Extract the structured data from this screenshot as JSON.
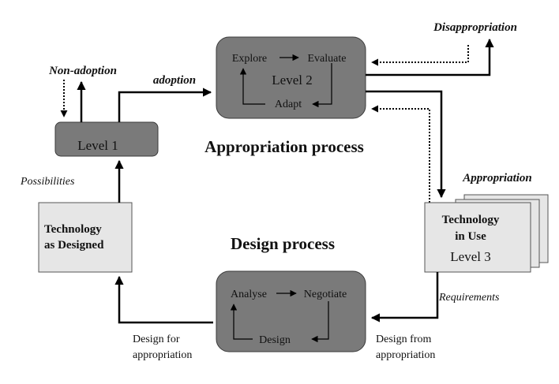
{
  "colors": {
    "process_box_fill": "#7a7a7a",
    "process_box_stroke": "#3a3a3a",
    "artifact_box_fill": "#e6e6e6",
    "artifact_box_stroke": "#555555",
    "line": "#000000"
  },
  "appropriation": {
    "title": "Appropriation process",
    "level1": {
      "label": "Level 1"
    },
    "level2": {
      "label": "Level 2",
      "cycle": [
        "Explore",
        "Evaluate",
        "Adapt"
      ]
    },
    "edges": {
      "non_adoption": "Non-adoption",
      "adoption": "adoption",
      "disappropriation": "Disappropriation",
      "appropriation": "Appropriation",
      "possibilities": "Possibilities"
    }
  },
  "design": {
    "title": "Design process",
    "cycle": [
      "Analyse",
      "Negotiate",
      "Design"
    ],
    "edges": {
      "requirements": "Requirements",
      "design_from_appropriation": [
        "Design from",
        "appropriation"
      ],
      "design_for_appropriation": [
        "Design for",
        "appropriation"
      ]
    }
  },
  "artifacts": {
    "technology_as_designed": [
      "Technology",
      "as Designed"
    ],
    "technology_in_use": [
      "Technology",
      "in Use"
    ],
    "level3": "Level 3"
  }
}
